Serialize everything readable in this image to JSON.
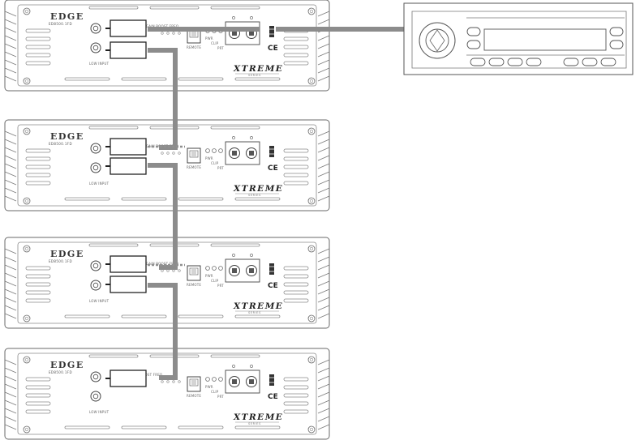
{
  "amplifiers": [
    {
      "brand": "EDGE",
      "model": "ED8500.1FD",
      "controls_label": "GAIN  BOOST  FREQ",
      "remote_label": "REMOTE",
      "input_label": "LOW INPUT",
      "logo": "XTREME",
      "series": "SERIES",
      "cert": "CE",
      "led_labels": [
        "PWR",
        "CLIP",
        "PRT"
      ]
    },
    {
      "brand": "EDGE",
      "model": "ED8500.1FD",
      "controls_label": "GAIN  BOOST  FREQ",
      "remote_label": "REMOTE",
      "input_label": "LOW INPUT",
      "logo": "XTREME",
      "series": "SERIES",
      "cert": "CE",
      "led_labels": [
        "PWR",
        "CLIP",
        "PRT"
      ]
    },
    {
      "brand": "EDGE",
      "model": "ED8500.1FD",
      "controls_label": "GAIN  BOOST  FREQ",
      "remote_label": "REMOTE",
      "input_label": "LOW INPUT",
      "logo": "XTREME",
      "series": "SERIES",
      "cert": "CE",
      "led_labels": [
        "PWR",
        "CLIP",
        "PRT"
      ]
    },
    {
      "brand": "EDGE",
      "model": "ED8500.1FD",
      "controls_label": "LPF   LPF   GAIN  BOOST  FREQ",
      "remote_label": "REMOTE",
      "input_label": "LOW INPUT",
      "logo": "XTREME",
      "series": "SERIES",
      "cert": "CE",
      "led_labels": [
        "PWR",
        "CLIP",
        "PRT"
      ]
    }
  ],
  "head_unit": {
    "name": "car-stereo-head-unit"
  },
  "colors": {
    "cable": "#8c8c8c",
    "outline": "#555555"
  }
}
